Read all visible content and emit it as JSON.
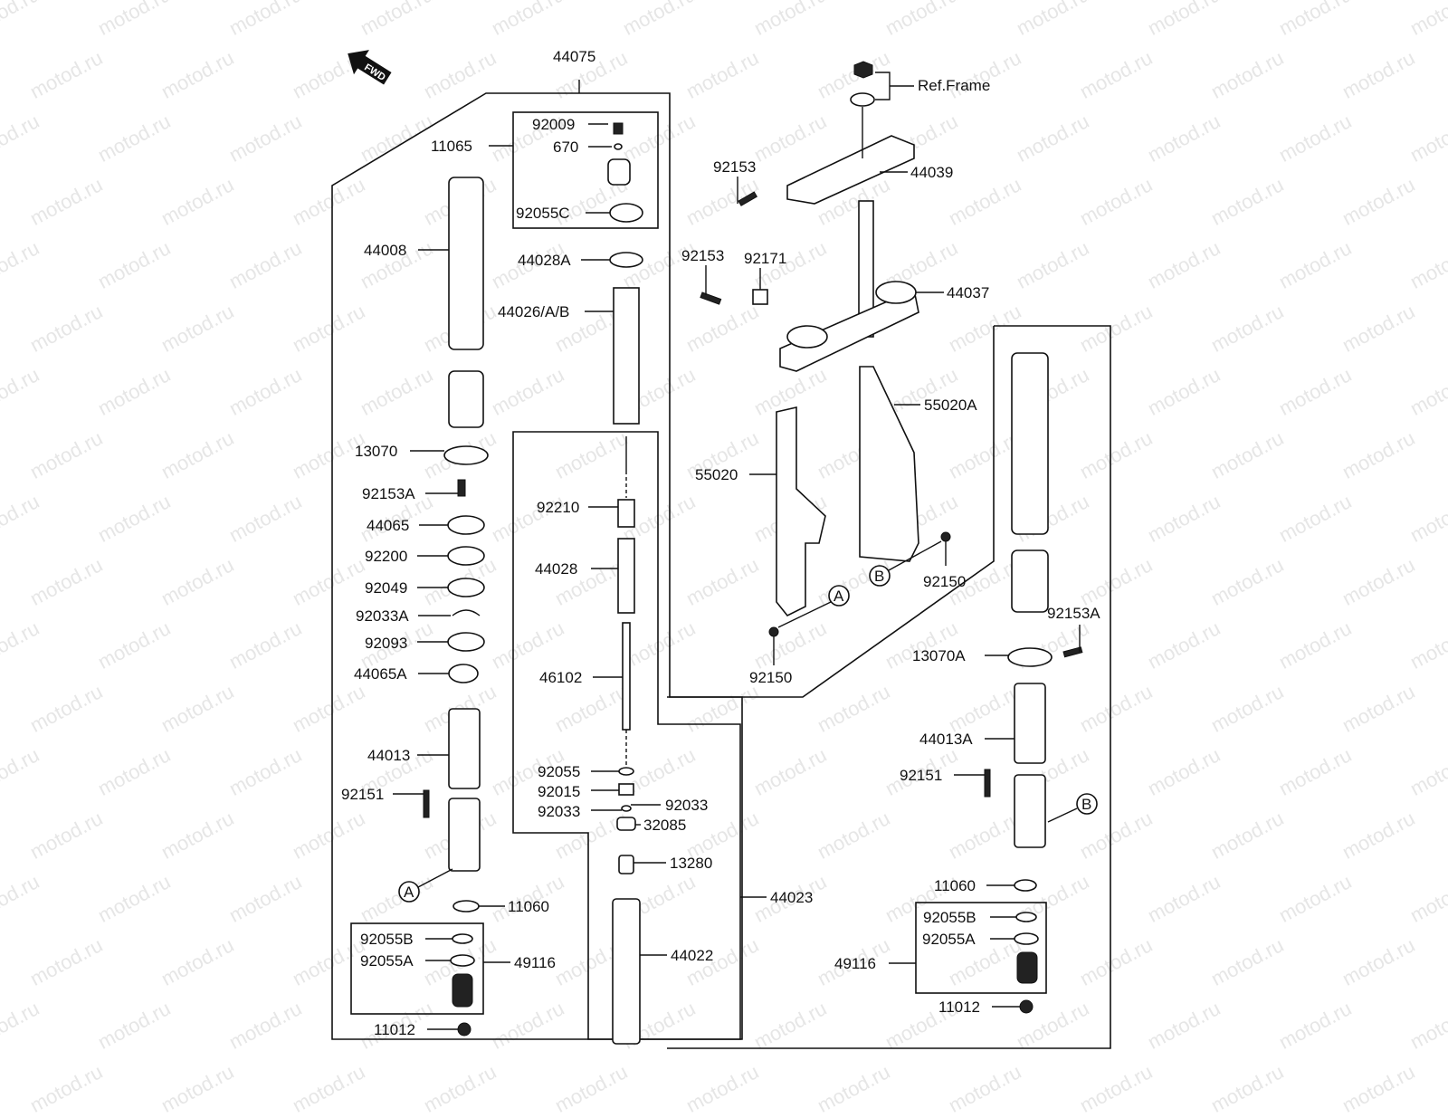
{
  "diagram": {
    "title": "Front Fork",
    "watermark": "motod.ru",
    "direction_badge": "FWD",
    "ref_frame_label": "Ref.Frame",
    "group_labels": {
      "fork_left_assembly": "44075",
      "cap_assembly": "11065",
      "damper_assembly": "44023",
      "base_valve_left": "49116",
      "base_valve_right": "49116"
    },
    "callouts": {
      "A": "A",
      "B": "B"
    },
    "parts": [
      {
        "id": "p-92009",
        "label": "92009"
      },
      {
        "id": "p-670",
        "label": "670"
      },
      {
        "id": "p-92055C",
        "label": "92055C"
      },
      {
        "id": "p-44008",
        "label": "44008"
      },
      {
        "id": "p-44028A",
        "label": "44028A"
      },
      {
        "id": "p-44026",
        "label": "44026/A/B"
      },
      {
        "id": "p-13070",
        "label": "13070"
      },
      {
        "id": "p-92153A-l",
        "label": "92153A"
      },
      {
        "id": "p-44065",
        "label": "44065"
      },
      {
        "id": "p-92200",
        "label": "92200"
      },
      {
        "id": "p-92049",
        "label": "92049"
      },
      {
        "id": "p-92033A",
        "label": "92033A"
      },
      {
        "id": "p-92093",
        "label": "92093"
      },
      {
        "id": "p-44065A",
        "label": "44065A"
      },
      {
        "id": "p-44013",
        "label": "44013"
      },
      {
        "id": "p-92151-l",
        "label": "92151"
      },
      {
        "id": "p-11060-l",
        "label": "11060"
      },
      {
        "id": "p-92055B-l",
        "label": "92055B"
      },
      {
        "id": "p-92055A-l",
        "label": "92055A"
      },
      {
        "id": "p-11012-l",
        "label": "11012"
      },
      {
        "id": "p-92210",
        "label": "92210"
      },
      {
        "id": "p-44028",
        "label": "44028"
      },
      {
        "id": "p-46102",
        "label": "46102"
      },
      {
        "id": "p-92055",
        "label": "92055"
      },
      {
        "id": "p-92015",
        "label": "92015"
      },
      {
        "id": "p-92033-l",
        "label": "92033"
      },
      {
        "id": "p-92033-r",
        "label": "92033"
      },
      {
        "id": "p-32085",
        "label": "32085"
      },
      {
        "id": "p-13280",
        "label": "13280"
      },
      {
        "id": "p-44022",
        "label": "44022"
      },
      {
        "id": "p-92153-top",
        "label": "92153"
      },
      {
        "id": "p-44039",
        "label": "44039"
      },
      {
        "id": "p-92153-mid",
        "label": "92153"
      },
      {
        "id": "p-92171",
        "label": "92171"
      },
      {
        "id": "p-44037",
        "label": "44037"
      },
      {
        "id": "p-55020",
        "label": "55020"
      },
      {
        "id": "p-55020A",
        "label": "55020A"
      },
      {
        "id": "p-92150-a",
        "label": "92150"
      },
      {
        "id": "p-92150-b",
        "label": "92150"
      },
      {
        "id": "p-92153A-r",
        "label": "92153A"
      },
      {
        "id": "p-13070A",
        "label": "13070A"
      },
      {
        "id": "p-44013A",
        "label": "44013A"
      },
      {
        "id": "p-92151-r",
        "label": "92151"
      },
      {
        "id": "p-11060-r",
        "label": "11060"
      },
      {
        "id": "p-92055B-r",
        "label": "92055B"
      },
      {
        "id": "p-92055A-r",
        "label": "92055A"
      },
      {
        "id": "p-11012-r",
        "label": "11012"
      }
    ]
  }
}
